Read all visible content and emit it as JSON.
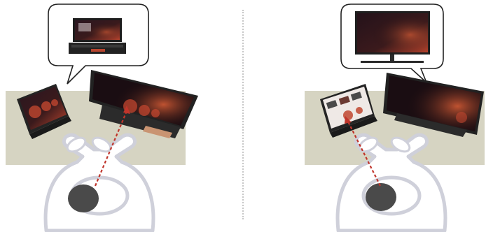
{
  "figure": {
    "panels": [
      {
        "id": "left",
        "bubble_content": "tablet-with-keyboard",
        "desk_color": "#d6d4c2",
        "gaze_target": "external-monitor"
      },
      {
        "id": "right",
        "bubble_content": "external-monitor",
        "desk_color": "#d6d4c2",
        "gaze_target": "tablet"
      }
    ],
    "colors": {
      "desk": "#d6d4c2",
      "person_outline": "#cfd0da",
      "person_fill": "#ffffff",
      "hair": "#4a4a4a",
      "arrow": "#c0352b",
      "device_frame": "#2b2b2b",
      "screen_dark": "#1a0d12",
      "screen_accent": "#b5412e"
    },
    "icons": [
      "speech-bubble-icon",
      "laptop-icon",
      "monitor-icon",
      "person-icon",
      "gaze-arrow-icon"
    ]
  }
}
